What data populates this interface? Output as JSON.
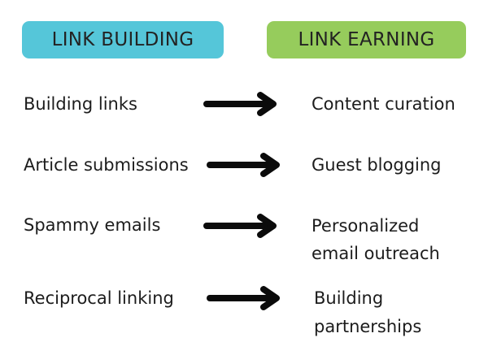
{
  "colors": {
    "left_header_bg": "#55c6d9",
    "right_header_bg": "#96cc5c",
    "arrow": "#0b0b0b"
  },
  "headers": {
    "left": "LINK BUILDING",
    "right": "LINK EARNING"
  },
  "rows": [
    {
      "from": "Building links",
      "to": [
        "Content curation"
      ]
    },
    {
      "from": "Article submissions",
      "to": [
        "Guest blogging"
      ]
    },
    {
      "from": "Spammy emails",
      "to": [
        "Personalized",
        "email outreach"
      ]
    },
    {
      "from": "Reciprocal linking",
      "to": [
        "Building",
        "partnerships"
      ]
    }
  ],
  "icons": {
    "arrow": "arrow-right-icon"
  }
}
